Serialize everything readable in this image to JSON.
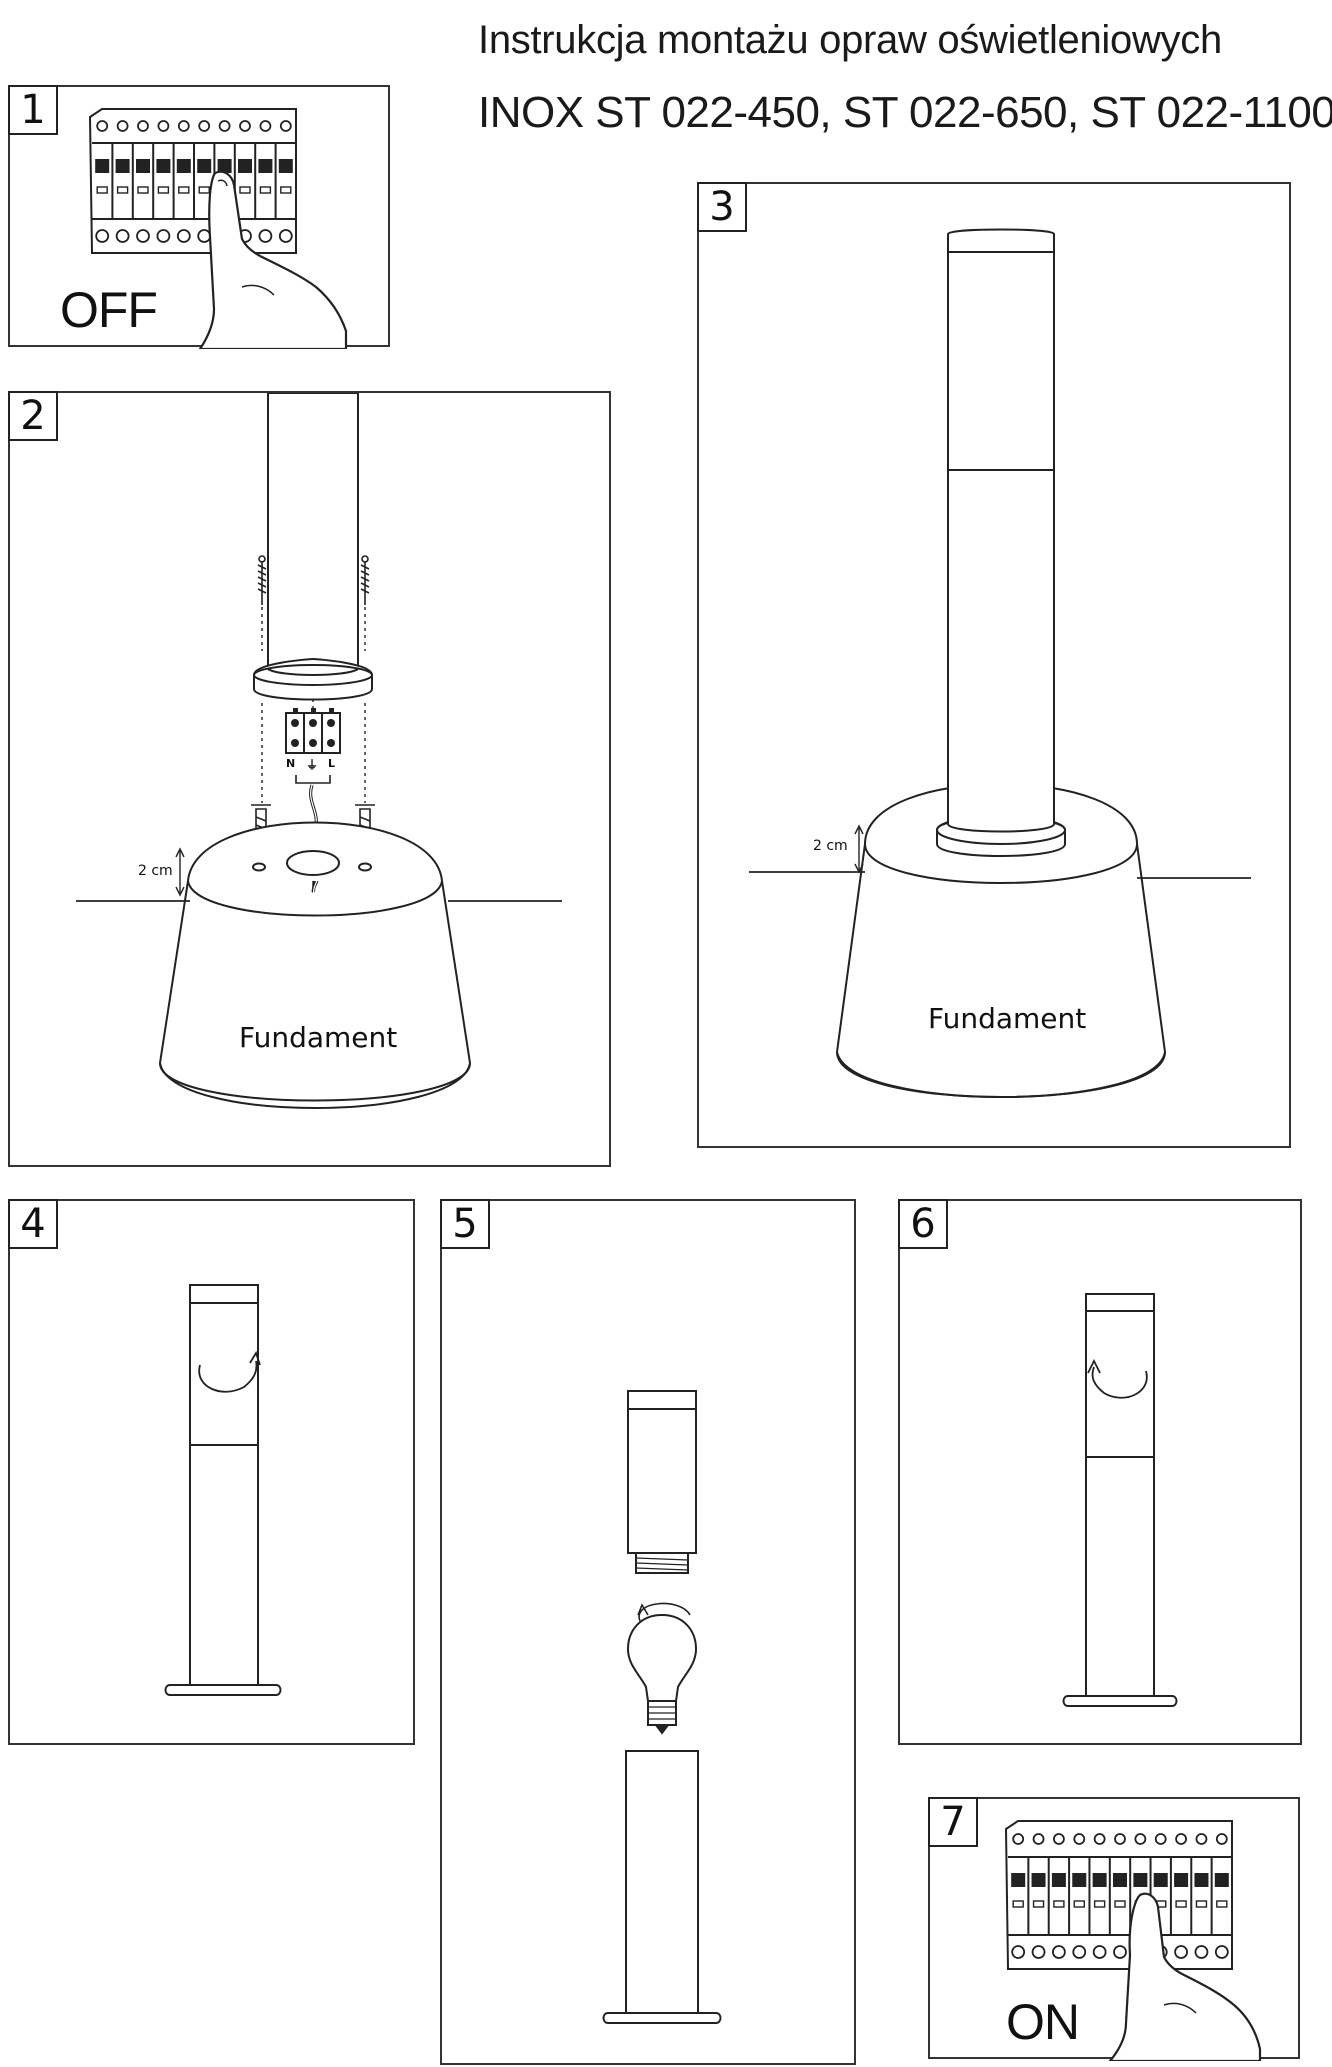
{
  "header": {
    "title": "Instrukcja montażu opraw oświetleniowych",
    "models": "INOX ST 022-450, ST 022-650, ST 022-1100"
  },
  "steps": [
    {
      "number": "1",
      "label": "OFF"
    },
    {
      "number": "2",
      "depth": "2 cm",
      "foundation": "Fundament",
      "terminals": [
        "N",
        "⏚",
        "L"
      ]
    },
    {
      "number": "3",
      "depth": "2 cm",
      "foundation": "Fundament"
    },
    {
      "number": "4"
    },
    {
      "number": "5"
    },
    {
      "number": "6"
    },
    {
      "number": "7",
      "label": "ON"
    }
  ]
}
